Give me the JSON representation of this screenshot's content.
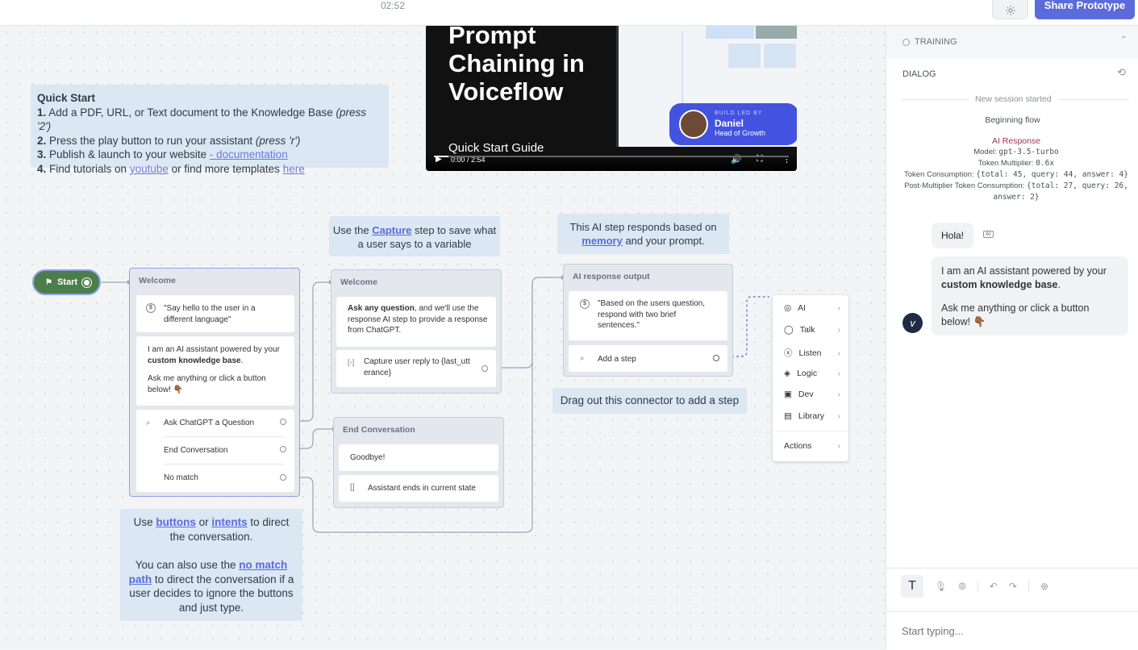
{
  "topbar": {
    "timer": "02:52",
    "share_label": "Share Prototype"
  },
  "quickstart": {
    "title": "Quick Start",
    "lines": [
      {
        "num": "1.",
        "pre": " Add a PDF, URL, or Text document to the Knowledge Base ",
        "em": "(press '2')"
      },
      {
        "num": "2.",
        "pre": " Press the play button to run your assistant ",
        "em": "(press 'r')"
      },
      {
        "num": "3.",
        "pre": " Publish & launch to your website ",
        "link": "- documentation"
      },
      {
        "num": "4.",
        "pre": " Find tutorials on ",
        "link": "youtube",
        "mid": " or find more templates ",
        "link2": "here"
      }
    ]
  },
  "video": {
    "title_l1": "Prompt",
    "title_l2": "Chaining in",
    "title_l3": "Voiceflow",
    "subtitle": "Quick Start Guide",
    "time": "0:00 / 2:54",
    "badge_top": "BUILD LED BY",
    "badge_name": "Daniel",
    "badge_role": "Head of Growth"
  },
  "flow": {
    "start": "Start",
    "welcome1": {
      "title": "Welcome",
      "speak": "\"Say hello to the user in a different language\"",
      "text_p1_a": "I am an AI assistant powered by your ",
      "text_p1_b": "custom knowledge base",
      "text_p1_c": ".",
      "text_p2": "Ask me anything or click a button below! 👇🏾",
      "buttons": [
        "Ask ChatGPT a Question",
        "End Conversation",
        "No match"
      ]
    },
    "capture_note": {
      "pre": "Use the ",
      "link": "Capture",
      "post": " step to save what a user says to a variable"
    },
    "welcome2": {
      "title": "Welcome",
      "text_a": "Ask any question",
      "text_b": ", and we'll use the response AI step to provide a response from ChatGPT.",
      "capture": "Capture user reply to {last_utterance}"
    },
    "ai_note": {
      "pre": "This AI step responds based on ",
      "link": "memory",
      "post": " and your prompt."
    },
    "ai": {
      "title": "AI response output",
      "prompt": "\"Based on the users question, respond with two brief sentences.\"",
      "add": "Add a step"
    },
    "drag_note": "Drag out this connector to add a step",
    "end": {
      "title": "End Conversation",
      "text": "Goodbye!",
      "exit": "Assistant ends in current state"
    },
    "buttons_note": {
      "a": "Use ",
      "link1": "buttons",
      "b": " or ",
      "link2": "intents",
      "c": " to direct the conversation.",
      "d": "You can also use the ",
      "link3": "no match path",
      "e": " to direct the conversation if a user decides to ignore the buttons and just type."
    },
    "menu": [
      "AI",
      "Talk",
      "Listen",
      "Logic",
      "Dev",
      "Library",
      "Actions"
    ]
  },
  "panel": {
    "training": "TRAINING",
    "dialog": "DIALOG",
    "session": "New session started",
    "beginning": "Beginning flow",
    "ai_response": "AI Response",
    "model_label": "Model: ",
    "model": "gpt-3.5-turbo",
    "mult_label": "Token Multiplier: ",
    "mult": "0.6x",
    "cons_label": "Token Consumption: ",
    "cons": "{total: 45, query: 44, answer: 4}",
    "post_label": "Post-Multiplier Token Consumption: ",
    "post": "{total: 27, query: 26, answer: 2}",
    "user_msg": "Hola!",
    "ai_badge": "AI",
    "bot_p1_a": "I am an AI assistant powered by your ",
    "bot_p1_b": "custom knowledge base",
    "bot_p1_c": ".",
    "bot_p2": "Ask me anything or click a button below! 👇🏾",
    "input_placeholder": "Start typing..."
  },
  "colors": {
    "accent": "#5c6bdb",
    "start": "#4b7e4a",
    "note": "#dbe7f3",
    "link": "#5a6cdc"
  }
}
